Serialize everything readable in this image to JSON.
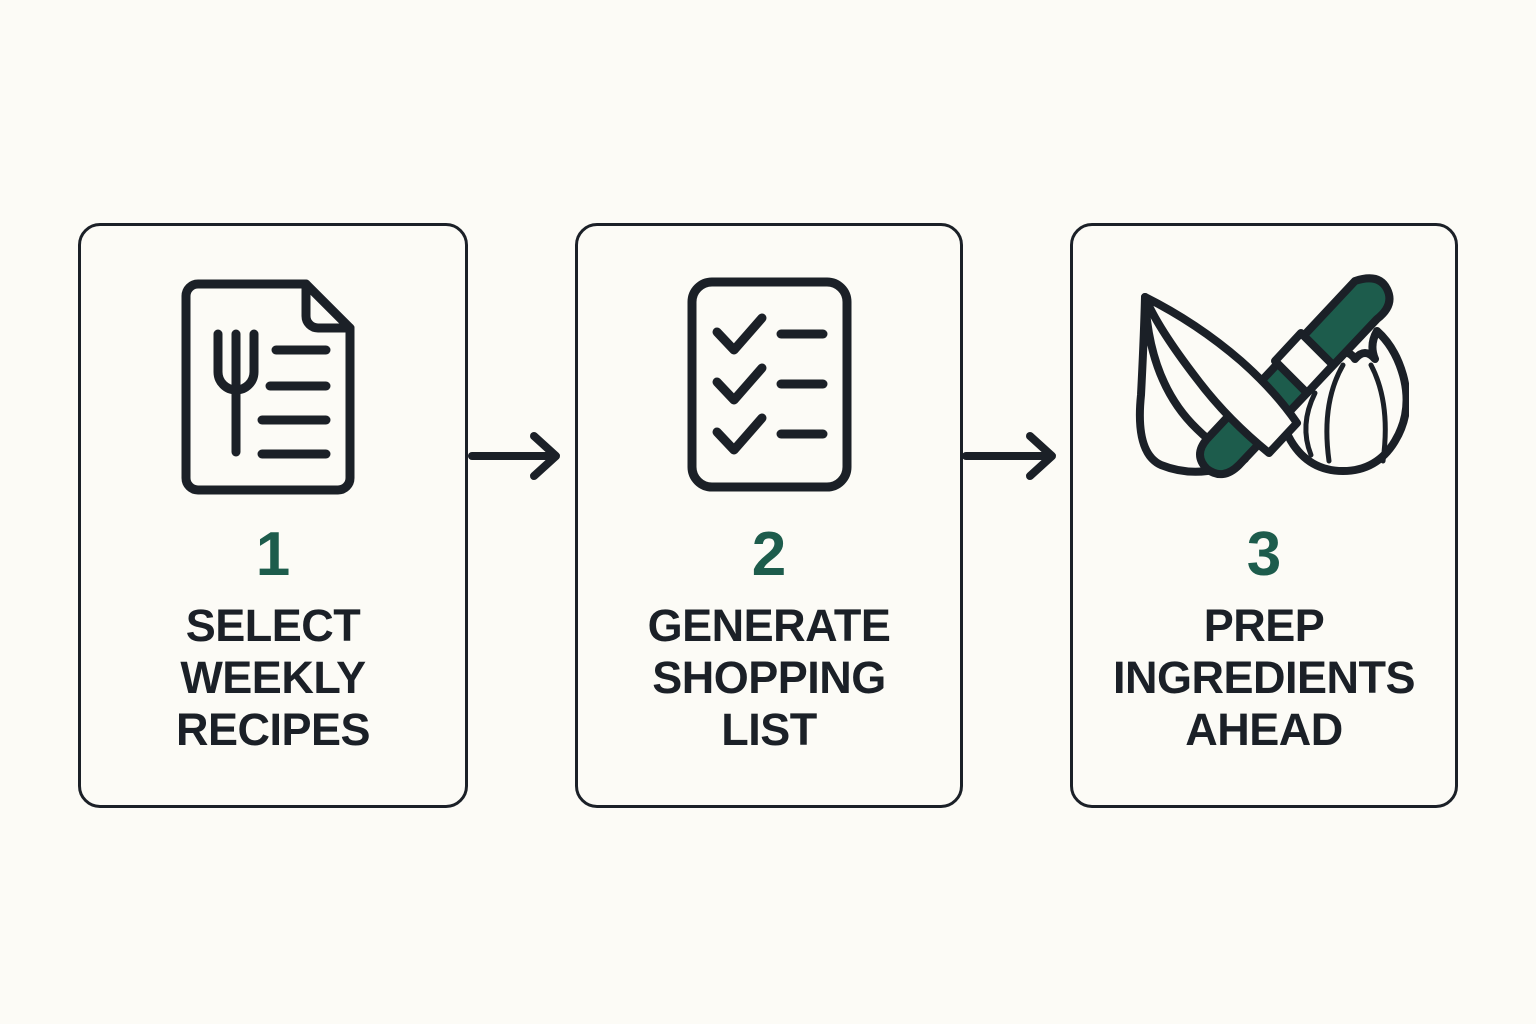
{
  "theme": {
    "background_color": "#fcfbf6",
    "ink_color": "#1b2027",
    "accent_color": "#1d5c4c",
    "card_border_color": "#1b2027"
  },
  "diagram": {
    "type": "process-flow",
    "orientation": "horizontal",
    "step_count": 3,
    "steps": [
      {
        "number": "1",
        "title": "SELECT\nWEEKLY\nRECIPES",
        "title_lines": [
          "SELECT",
          "WEEKLY",
          "RECIPES"
        ],
        "icon_name": "recipe-document-icon",
        "icon_description": "document page with folded corner, fork and text lines"
      },
      {
        "number": "2",
        "title": "GENERATE\nSHOPPING\nLIST",
        "title_lines": [
          "GENERATE",
          "SHOPPING",
          "LIST"
        ],
        "icon_name": "checklist-icon",
        "icon_description": "clipboard card with three checkmarks and three lines"
      },
      {
        "number": "3",
        "title": "PREP\nINGREDIENTS\nAHEAD",
        "title_lines": [
          "PREP",
          "INGREDIENTS",
          "AHEAD"
        ],
        "icon_name": "knife-and-onion-icon",
        "icon_description": "crossed chef knives with green handle beside an onion bulb"
      }
    ],
    "connectors": [
      {
        "name": "arrow-step-1-to-2",
        "glyph": "→",
        "from": "1",
        "to": "2"
      },
      {
        "name": "arrow-step-2-to-3",
        "glyph": "→",
        "from": "2",
        "to": "3"
      }
    ]
  }
}
